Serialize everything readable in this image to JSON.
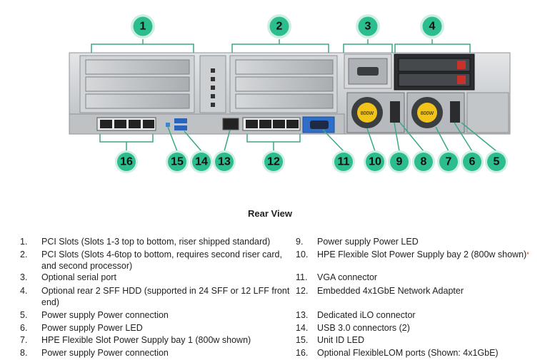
{
  "title": "Rear View",
  "callouts": [
    "1",
    "2",
    "3",
    "4",
    "5",
    "6",
    "7",
    "8",
    "9",
    "10",
    "11",
    "12",
    "13",
    "14",
    "15",
    "16"
  ],
  "legend_items": [
    {
      "num": "1.",
      "text": "PCI Slots (Slots 1-3 top to bottom, riser shipped standard)"
    },
    {
      "num": "2.",
      "text": "PCI Slots (Slots 4-6top to bottom, requires second riser card, and second processor)"
    },
    {
      "num": "3.",
      "text": "Optional serial port"
    },
    {
      "num": "4.",
      "text": "Optional rear 2 SFF HDD (supported in 24 SFF or 12 LFF front end)"
    },
    {
      "num": "5.",
      "text": "Power supply Power connection"
    },
    {
      "num": "6.",
      "text": "Power supply Power LED"
    },
    {
      "num": "7.",
      "text": "HPE Flexible Slot Power Supply bay 1 (800w shown)"
    },
    {
      "num": "8.",
      "text": "Power supply Power connection"
    },
    {
      "num": "9.",
      "text": "Power supply Power LED"
    },
    {
      "num": "10.",
      "text": "HPE Flexible Slot Power Supply bay 2 (800w shown)",
      "note": "*"
    },
    {
      "num": "11.",
      "text": "VGA connector"
    },
    {
      "num": "12.",
      "text": "Embedded 4x1GbE Network Adapter"
    },
    {
      "num": "13.",
      "text": "Dedicated iLO connector"
    },
    {
      "num": "14.",
      "text": "USB 3.0 connectors (2)"
    },
    {
      "num": "15.",
      "text": "Unit ID LED"
    },
    {
      "num": "16.",
      "text": "Optional FlexibleLOM ports (Shown: 4x1GbE)"
    }
  ],
  "colors": {
    "callout_fill": "#2bbd8e",
    "callout_ring": "#cfeee3",
    "bracket": "#3aa884",
    "chassis": "#c9cccf",
    "vga": "#2f6fc7"
  },
  "psu_label": "800W"
}
